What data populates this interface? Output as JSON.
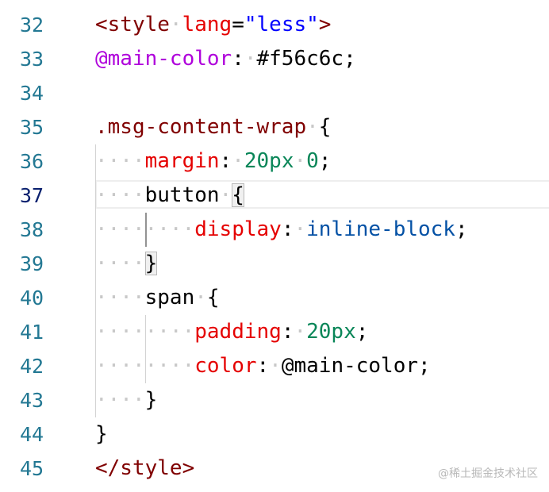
{
  "editor": {
    "language": "less",
    "current_line": "37",
    "colors": {
      "line_number": "#237893",
      "line_number_active": "#0b216f",
      "tag": "#800000",
      "attribute": "#e50000",
      "string": "#0000ff",
      "variable": "#af00db",
      "selector": "#800000",
      "property": "#e50000",
      "number": "#098658",
      "keyword_value": "#0451a5",
      "whitespace_dot": "#c8c8c8"
    },
    "lines": [
      {
        "num": "32",
        "tokens": [
          [
            "tag",
            "<style"
          ],
          [
            "ws",
            "·"
          ],
          [
            "attr",
            "lang"
          ],
          [
            "plain",
            "="
          ],
          [
            "str",
            "\"less\""
          ],
          [
            "tag",
            ">"
          ]
        ]
      },
      {
        "num": "33",
        "tokens": [
          [
            "var",
            "@main-color"
          ],
          [
            "plain",
            ":"
          ],
          [
            "ws",
            "·"
          ],
          [
            "plain",
            "#f56c6c;"
          ]
        ]
      },
      {
        "num": "34",
        "tokens": []
      },
      {
        "num": "35",
        "tokens": [
          [
            "sel",
            ".msg-content-wrap"
          ],
          [
            "ws",
            "·"
          ],
          [
            "plain",
            "{"
          ]
        ]
      },
      {
        "num": "36",
        "tokens": [
          [
            "ws",
            "····"
          ],
          [
            "prop",
            "margin"
          ],
          [
            "plain",
            ":"
          ],
          [
            "ws",
            "·"
          ],
          [
            "num",
            "20px"
          ],
          [
            "ws",
            "·"
          ],
          [
            "num",
            "0"
          ],
          [
            "plain",
            ";"
          ]
        ]
      },
      {
        "num": "37",
        "tokens": [
          [
            "ws",
            "····"
          ],
          [
            "plain",
            "button"
          ],
          [
            "ws",
            "·"
          ],
          [
            "match",
            "{"
          ]
        ]
      },
      {
        "num": "38",
        "tokens": [
          [
            "ws",
            "········"
          ],
          [
            "prop",
            "display"
          ],
          [
            "plain",
            ":"
          ],
          [
            "ws",
            "·"
          ],
          [
            "kw",
            "inline-block"
          ],
          [
            "plain",
            ";"
          ]
        ]
      },
      {
        "num": "39",
        "tokens": [
          [
            "ws",
            "····"
          ],
          [
            "match",
            "}"
          ]
        ]
      },
      {
        "num": "40",
        "tokens": [
          [
            "ws",
            "····"
          ],
          [
            "plain",
            "span"
          ],
          [
            "ws",
            "·"
          ],
          [
            "plain",
            "{"
          ]
        ]
      },
      {
        "num": "41",
        "tokens": [
          [
            "ws",
            "········"
          ],
          [
            "prop",
            "padding"
          ],
          [
            "plain",
            ":"
          ],
          [
            "ws",
            "·"
          ],
          [
            "num",
            "20px"
          ],
          [
            "plain",
            ";"
          ]
        ]
      },
      {
        "num": "42",
        "tokens": [
          [
            "ws",
            "········"
          ],
          [
            "prop",
            "color"
          ],
          [
            "plain",
            ":"
          ],
          [
            "ws",
            "·"
          ],
          [
            "plain",
            "@main-color;"
          ]
        ]
      },
      {
        "num": "43",
        "tokens": [
          [
            "ws",
            "····"
          ],
          [
            "plain",
            "}"
          ]
        ]
      },
      {
        "num": "44",
        "tokens": [
          [
            "plain",
            "}"
          ]
        ]
      },
      {
        "num": "45",
        "tokens": [
          [
            "tag",
            "</style>"
          ]
        ]
      }
    ]
  },
  "watermark": {
    "text": "@稀土掘金技术社区"
  }
}
